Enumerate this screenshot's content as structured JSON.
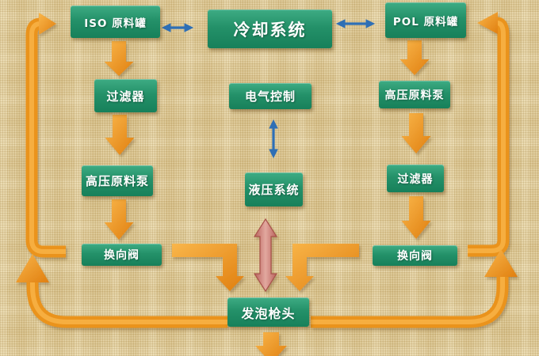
{
  "diagram": {
    "kind": "flowchart",
    "subject": "high-pressure polyurethane foaming machine system"
  },
  "palette": {
    "background_canvas": "#dcc794",
    "node_green_top": "#3eac84",
    "node_green": "#249169",
    "node_green_bottom": "#17805a",
    "arrow_orange_light": "#f9b64a",
    "arrow_orange_dark": "#e07f10",
    "pipe_orange": "#ea931f",
    "pipe_highlight": "#f8b347",
    "pink_arrow_edge": "#b9625c",
    "pink_arrow_center": "#e2a89f",
    "blue_arrow": "#2e6fb5",
    "node_text": "#ffffff"
  },
  "nodes": {
    "iso_tank": {
      "label": "ISO 原料罐"
    },
    "cooling_system": {
      "label": "冷却系统"
    },
    "pol_tank": {
      "label": "POL 原料罐"
    },
    "filter_left": {
      "label": "过滤器"
    },
    "electric_control": {
      "label": "电气控制"
    },
    "pump_right": {
      "label": "高压原料泵"
    },
    "pump_left": {
      "label": "高压原料泵"
    },
    "hydraulic_system": {
      "label": "液压系统"
    },
    "filter_right": {
      "label": "过滤器"
    },
    "valve_left": {
      "label": "换向阀"
    },
    "valve_right": {
      "label": "换向阀"
    },
    "foam_gun": {
      "label": "发泡枪头"
    }
  },
  "connections": [
    {
      "from": "iso_tank",
      "to": "filter_left",
      "style": "orange-block-arrow-down"
    },
    {
      "from": "filter_left",
      "to": "pump_left",
      "style": "orange-block-arrow-down"
    },
    {
      "from": "pump_left",
      "to": "valve_left",
      "style": "orange-block-arrow-down"
    },
    {
      "from": "valve_left",
      "to": "foam_gun",
      "style": "orange-elbow-arrow"
    },
    {
      "from": "pol_tank",
      "to": "pump_right",
      "style": "orange-block-arrow-down"
    },
    {
      "from": "pump_right",
      "to": "filter_right",
      "style": "orange-block-arrow-down"
    },
    {
      "from": "filter_right",
      "to": "valve_right",
      "style": "orange-block-arrow-down"
    },
    {
      "from": "valve_right",
      "to": "foam_gun",
      "style": "orange-elbow-arrow"
    },
    {
      "from": "iso_tank",
      "to": "cooling_system",
      "style": "blue-double-arrow"
    },
    {
      "from": "cooling_system",
      "to": "pol_tank",
      "style": "blue-double-arrow"
    },
    {
      "from": "electric_control",
      "to": "hydraulic_system",
      "style": "blue-double-arrow"
    },
    {
      "from": "hydraulic_system",
      "to": "foam_gun",
      "style": "pink-double-arrow"
    },
    {
      "from": "valve_left",
      "to": "iso_tank",
      "style": "orange-return-pipe-left"
    },
    {
      "from": "valve_right",
      "to": "pol_tank",
      "style": "orange-return-pipe-right"
    },
    {
      "from": "foam_gun",
      "to": "valve_left",
      "style": "orange-return-pipe-left-lower"
    },
    {
      "from": "foam_gun",
      "to": "valve_right",
      "style": "orange-return-pipe-right-lower"
    },
    {
      "from": "foam_gun",
      "to": "outlet-below",
      "style": "orange-block-arrow-down"
    }
  ]
}
